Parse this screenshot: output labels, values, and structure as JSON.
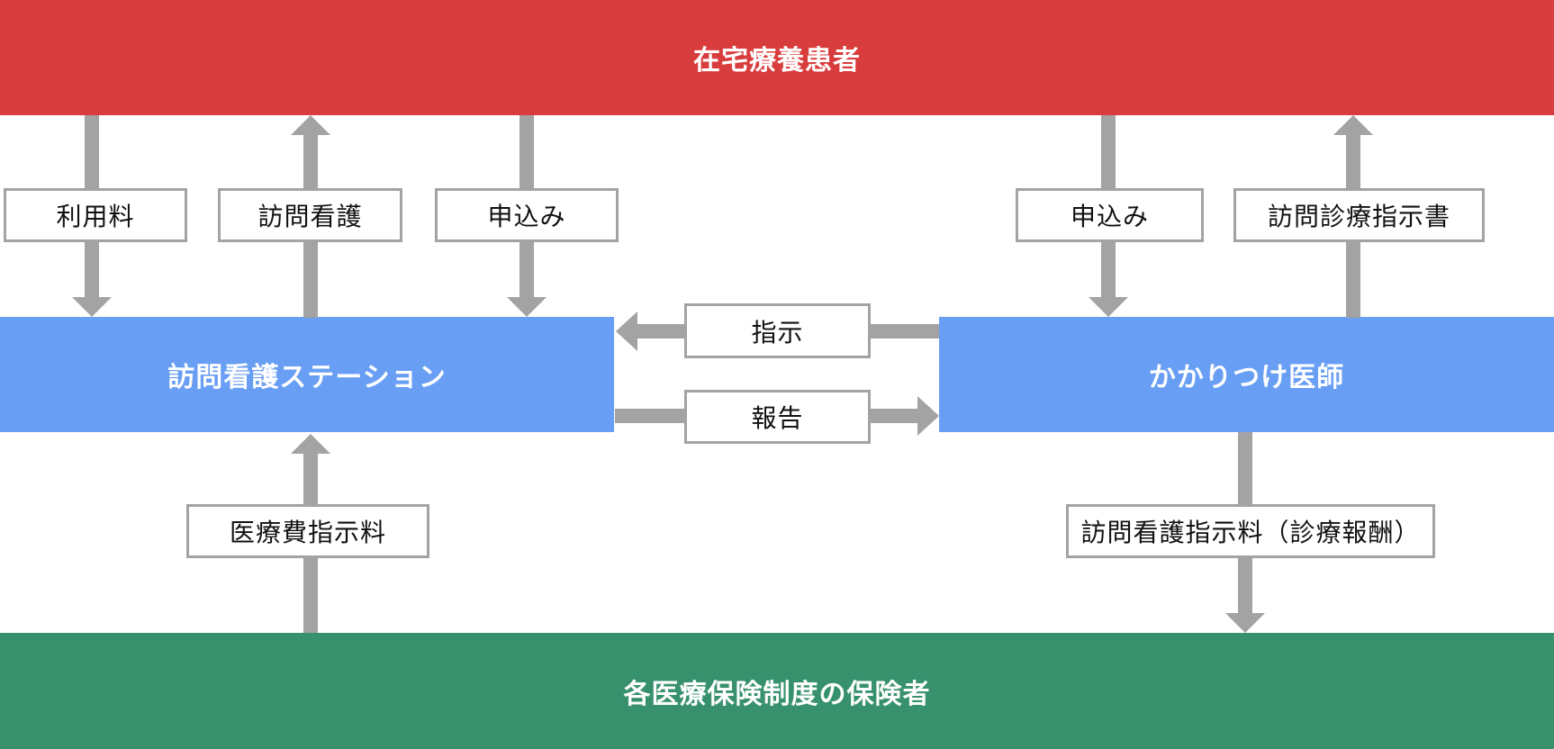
{
  "nodes": {
    "patient": {
      "label": "在宅療養患者",
      "color": "#d93c3c"
    },
    "nursing_station": {
      "label": "訪問看護ステーション",
      "color": "#689ef3"
    },
    "family_doctor": {
      "label": "かかりつけ医師",
      "color": "#689ef3"
    },
    "insurer": {
      "label": "各医療保険制度の保険者",
      "color": "#37916d"
    }
  },
  "edges": [
    {
      "from": "在宅療養患者",
      "to": "訪問看護ステーション",
      "label": "利用料",
      "direction": "down"
    },
    {
      "from": "訪問看護ステーション",
      "to": "在宅療養患者",
      "label": "訪問看護",
      "direction": "up"
    },
    {
      "from": "在宅療養患者",
      "to": "訪問看護ステーション",
      "label": "申込み",
      "direction": "down"
    },
    {
      "from": "在宅療養患者",
      "to": "かかりつけ医師",
      "label": "申込み",
      "direction": "down"
    },
    {
      "from": "かかりつけ医師",
      "to": "在宅療養患者",
      "label": "訪問診療指示書",
      "direction": "up"
    },
    {
      "from": "かかりつけ医師",
      "to": "訪問看護ステーション",
      "label": "指示",
      "direction": "left"
    },
    {
      "from": "訪問看護ステーション",
      "to": "かかりつけ医師",
      "label": "報告",
      "direction": "right"
    },
    {
      "from": "各医療保険制度の保険者",
      "to": "訪問看護ステーション",
      "label": "医療費指示料",
      "direction": "up"
    },
    {
      "from": "かかりつけ医師",
      "to": "各医療保険制度の保険者",
      "label": "訪問看護指示料（診療報酬）",
      "direction": "down"
    }
  ],
  "colors": {
    "arrow_gray": "#a3a3a3",
    "box_border": "#a3a3a3",
    "box_background": "#ffffff",
    "box_text": "#111111",
    "bar_text": "#ffffff"
  }
}
